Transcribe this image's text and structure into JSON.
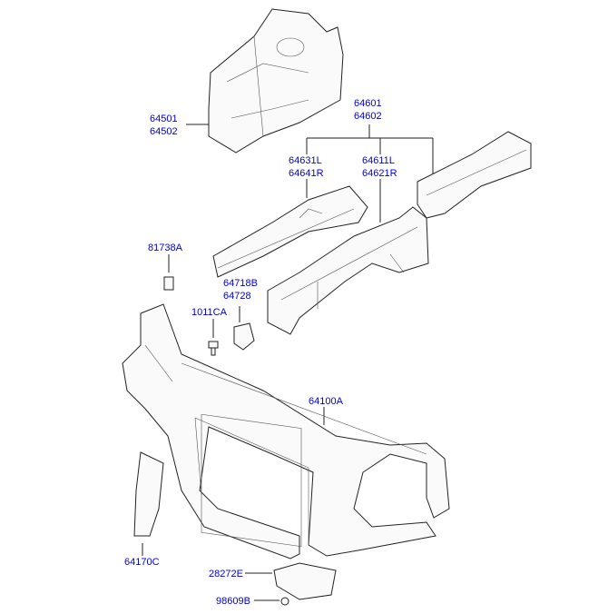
{
  "callouts": [
    {
      "id": "inner-panel-fender",
      "lines": [
        "64501",
        "64502"
      ]
    },
    {
      "id": "front-side-member-assy",
      "lines": [
        "64601",
        "64602"
      ]
    },
    {
      "id": "upper-member",
      "lines": [
        "64631L",
        "64641R"
      ]
    },
    {
      "id": "front-side-member",
      "lines": [
        "64611L",
        "64621R"
      ]
    },
    {
      "id": "grommet",
      "lines": [
        "81738A"
      ]
    },
    {
      "id": "bracket",
      "lines": [
        "64718B",
        "64728"
      ]
    },
    {
      "id": "bolt",
      "lines": [
        "1011CA"
      ]
    },
    {
      "id": "carrier-assy",
      "lines": [
        "64100A"
      ]
    },
    {
      "id": "side-bracket",
      "lines": [
        "64170C"
      ]
    },
    {
      "id": "lower-cover",
      "lines": [
        "28272E"
      ]
    },
    {
      "id": "clip",
      "lines": [
        "98609B"
      ]
    }
  ],
  "colors": {
    "label": "#0000dd",
    "line": "#222222"
  }
}
